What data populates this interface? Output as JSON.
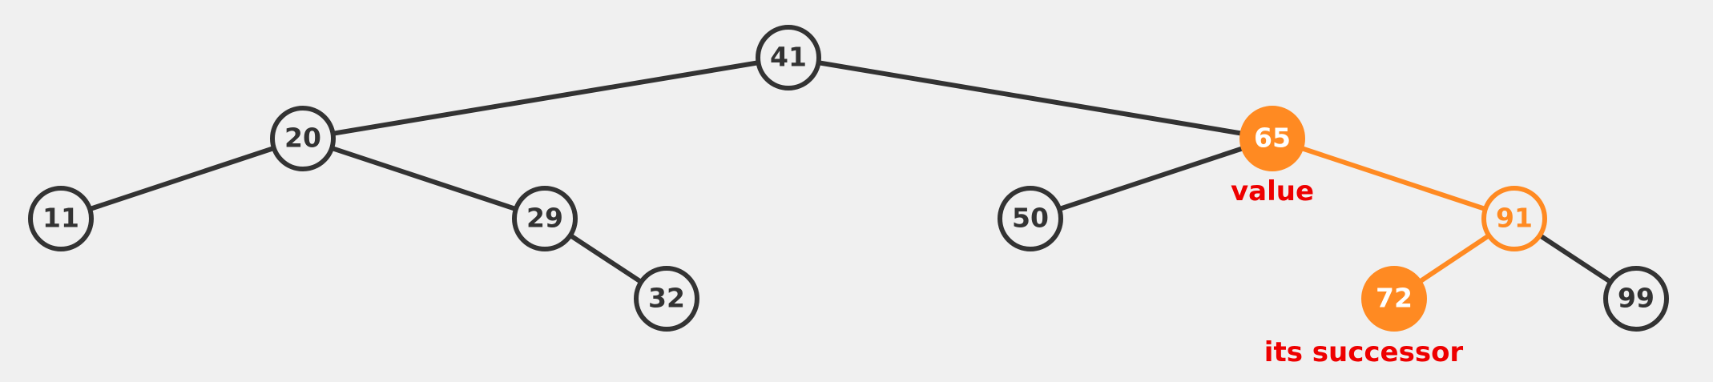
{
  "colors": {
    "background": "#f0f0f0",
    "default_stroke": "#333333",
    "default_text": "#333333",
    "node_fill": "#f0f0f0",
    "highlight": "#ff8a22",
    "highlight_text_on_fill": "#ffffff",
    "caption": "#ee0000"
  },
  "nodes": [
    {
      "id": "n41",
      "label": "41",
      "style": "default"
    },
    {
      "id": "n20",
      "label": "20",
      "style": "default"
    },
    {
      "id": "n65",
      "label": "65",
      "style": "filled"
    },
    {
      "id": "n11",
      "label": "11",
      "style": "default"
    },
    {
      "id": "n29",
      "label": "29",
      "style": "default"
    },
    {
      "id": "n32",
      "label": "32",
      "style": "default"
    },
    {
      "id": "n50",
      "label": "50",
      "style": "default"
    },
    {
      "id": "n91",
      "label": "91",
      "style": "outlined"
    },
    {
      "id": "n72",
      "label": "72",
      "style": "filled"
    },
    {
      "id": "n99",
      "label": "99",
      "style": "default"
    }
  ],
  "edges": [
    {
      "from": "n41",
      "to": "n20",
      "style": "default"
    },
    {
      "from": "n41",
      "to": "n65",
      "style": "default"
    },
    {
      "from": "n20",
      "to": "n11",
      "style": "default"
    },
    {
      "from": "n20",
      "to": "n29",
      "style": "default"
    },
    {
      "from": "n29",
      "to": "n32",
      "style": "default"
    },
    {
      "from": "n65",
      "to": "n50",
      "style": "default"
    },
    {
      "from": "n65",
      "to": "n91",
      "style": "highlight"
    },
    {
      "from": "n91",
      "to": "n72",
      "style": "highlight"
    },
    {
      "from": "n91",
      "to": "n99",
      "style": "default"
    }
  ],
  "captions": [
    {
      "id": "cap-value",
      "node": "n65",
      "text": "value"
    },
    {
      "id": "cap-successor",
      "node": "n72",
      "text": "its successor"
    }
  ]
}
